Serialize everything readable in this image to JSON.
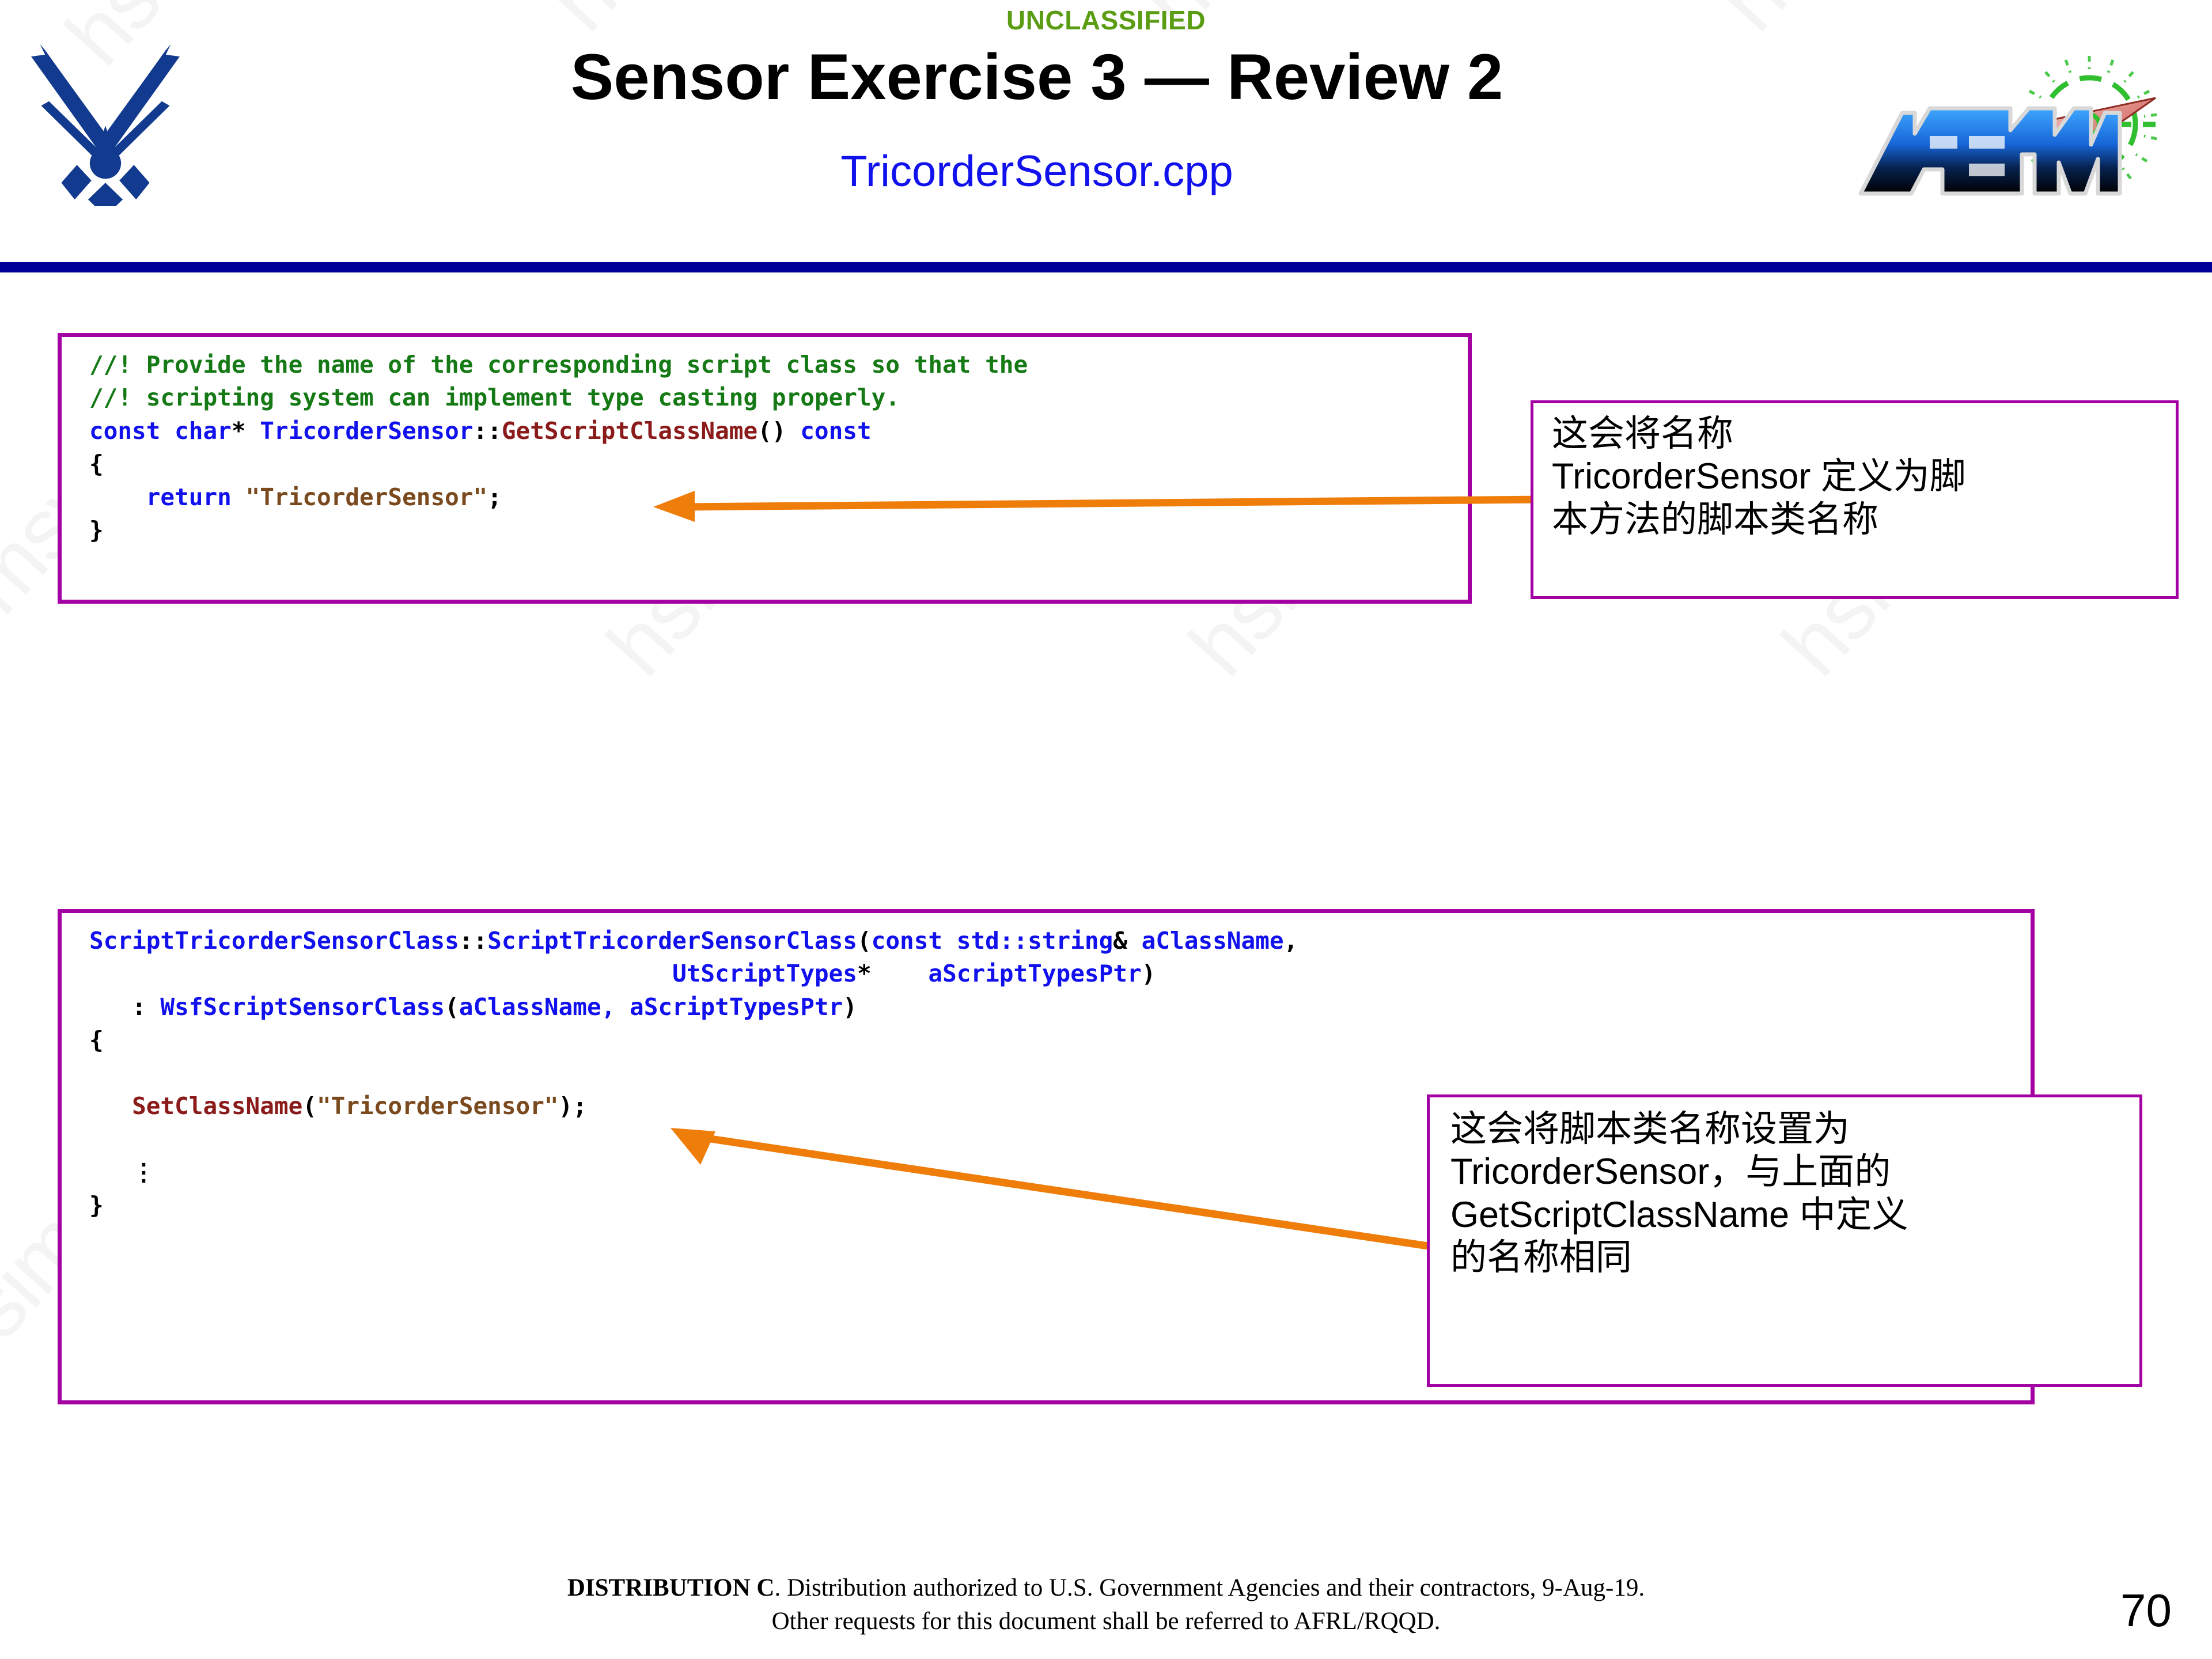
{
  "header": {
    "classification": "UNCLASSIFIED",
    "title": "Sensor Exercise 3 — Review 2",
    "subtitle": "TricorderSensor.cpp",
    "af_logo_name": "us-air-force-logo",
    "afsim_logo_name": "afsim-logo",
    "classification_color": "#5a9c12",
    "subtitle_color": "#1111ee",
    "rule_color": "#000099"
  },
  "watermark": {
    "text": "hsimsys",
    "color": "#f4f4f4"
  },
  "code_block_1": {
    "border_color": "#a300a3",
    "lines": [
      [
        {
          "t": "//! Provide the name of the corresponding script class so that the",
          "c": "comment"
        }
      ],
      [
        {
          "t": "//! scripting system can implement type casting properly.",
          "c": "comment"
        }
      ],
      [
        {
          "t": "const char",
          "c": "kw"
        },
        {
          "t": "* ",
          "c": "plain"
        },
        {
          "t": "TricorderSensor",
          "c": "id"
        },
        {
          "t": "::",
          "c": "plain"
        },
        {
          "t": "GetScriptClassName",
          "c": "fn"
        },
        {
          "t": "() ",
          "c": "plain"
        },
        {
          "t": "const",
          "c": "kw"
        }
      ],
      [
        {
          "t": "{",
          "c": "plain"
        }
      ],
      [
        {
          "t": "    ",
          "c": "plain"
        },
        {
          "t": "return",
          "c": "kw"
        },
        {
          "t": " ",
          "c": "plain"
        },
        {
          "t": "\"TricorderSensor\"",
          "c": "str"
        },
        {
          "t": ";",
          "c": "plain"
        }
      ],
      [
        {
          "t": "}",
          "c": "plain"
        }
      ]
    ]
  },
  "code_block_2": {
    "border_color": "#a300a3",
    "lines": [
      [
        {
          "t": "ScriptTricorderSensorClass",
          "c": "id"
        },
        {
          "t": "::",
          "c": "plain"
        },
        {
          "t": "ScriptTricorderSensorClass",
          "c": "id"
        },
        {
          "t": "(",
          "c": "plain"
        },
        {
          "t": "const std::string",
          "c": "kw"
        },
        {
          "t": "& ",
          "c": "plain"
        },
        {
          "t": "aClassName",
          "c": "id"
        },
        {
          "t": ",",
          "c": "plain"
        }
      ],
      [
        {
          "t": "                                         ",
          "c": "plain"
        },
        {
          "t": "UtScriptTypes",
          "c": "kw"
        },
        {
          "t": "*    ",
          "c": "plain"
        },
        {
          "t": "aScriptTypesPtr",
          "c": "id"
        },
        {
          "t": ")",
          "c": "plain"
        }
      ],
      [
        {
          "t": "   : ",
          "c": "plain"
        },
        {
          "t": "WsfScriptSensorClass",
          "c": "id"
        },
        {
          "t": "(",
          "c": "plain"
        },
        {
          "t": "aClassName, aScriptTypesPtr",
          "c": "id"
        },
        {
          "t": ")",
          "c": "plain"
        }
      ],
      [
        {
          "t": "{",
          "c": "plain"
        }
      ],
      [
        {
          "t": "",
          "c": "plain"
        }
      ],
      [
        {
          "t": "   ",
          "c": "plain"
        },
        {
          "t": "SetClassName",
          "c": "fn"
        },
        {
          "t": "(",
          "c": "plain"
        },
        {
          "t": "\"TricorderSensor\"",
          "c": "str"
        },
        {
          "t": ");",
          "c": "plain"
        }
      ],
      [
        {
          "t": "",
          "c": "plain"
        }
      ],
      [
        {
          "t": "   ⋮",
          "c": "plain"
        }
      ],
      [
        {
          "t": "}",
          "c": "plain"
        }
      ]
    ]
  },
  "callout_1": {
    "text": "这会将名称\nTricorderSensor 定义为脚\n本方法的脚本类名称",
    "border_color": "#a300a3",
    "arrow_color": "#ef7d0a"
  },
  "callout_2": {
    "text": "这会将脚本类名称设置为\nTricorderSensor，与上面的\nGetScriptClassName 中定义\n的名称相同",
    "border_color": "#a300a3",
    "arrow_color": "#ef7d0a"
  },
  "footer": {
    "line1_bold": "DISTRIBUTION C",
    "line1_rest": ". Distribution authorized to U.S. Government Agencies and their contractors, 9-Aug-19.",
    "line2": "Other requests for this document shall be referred to AFRL/RQQD.",
    "page_number": "70"
  }
}
